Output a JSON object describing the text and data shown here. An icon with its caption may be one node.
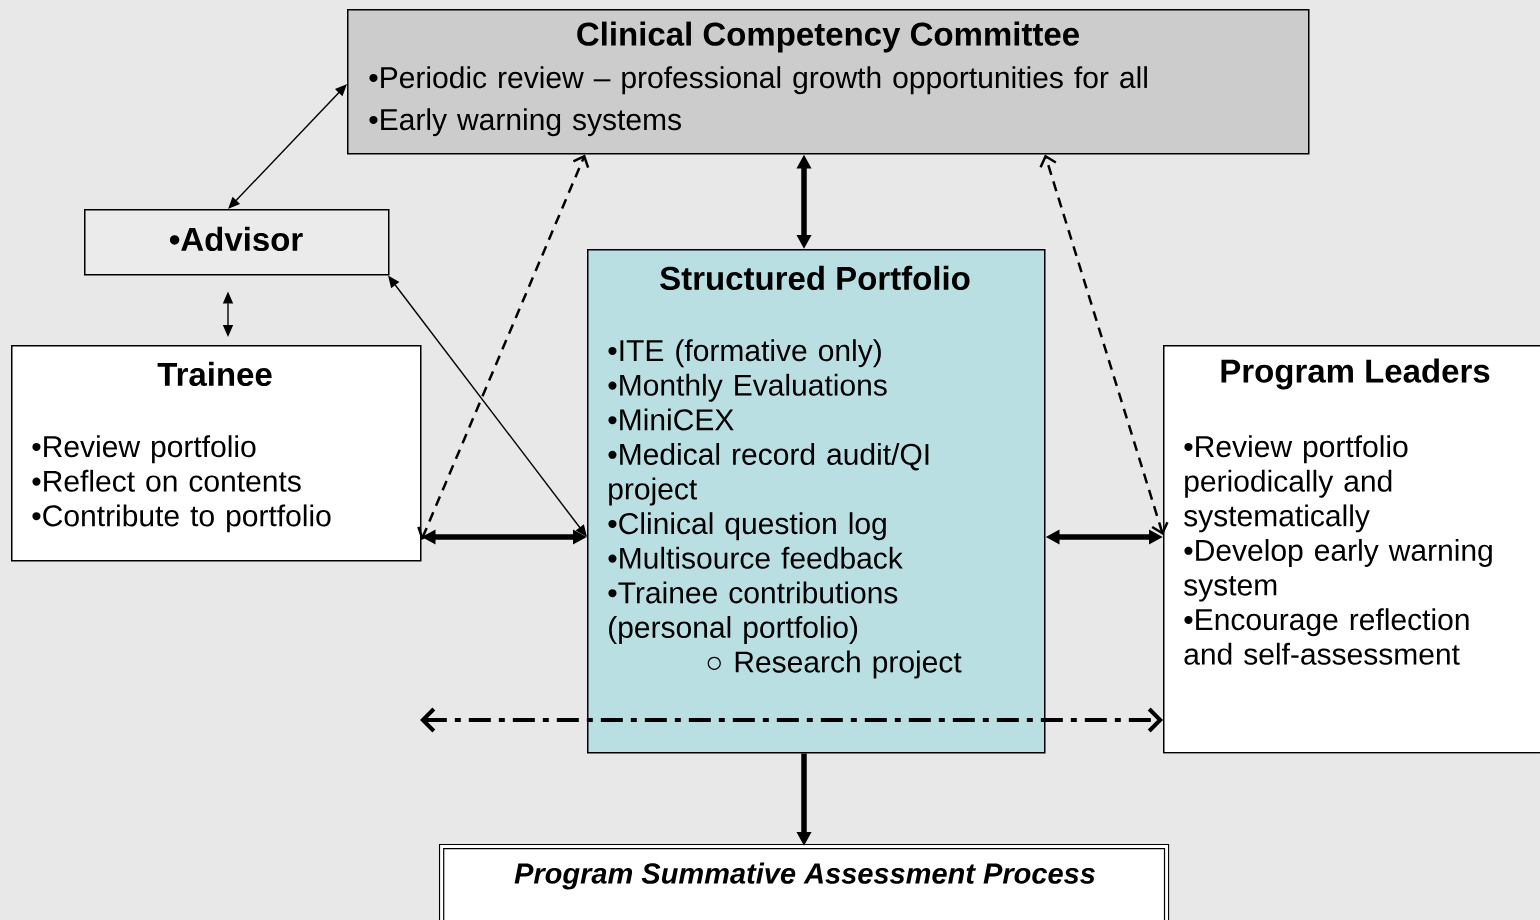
{
  "diagram": {
    "nodes": [
      {
        "text": [
          "Clinical Competency Committee",
          "•Periodic review – professional growth opportunities for all",
          "•Early warning systems"
        ]
      },
      {
        "text": [
          "•Advisor"
        ]
      },
      {
        "text": [
          "Trainee",
          "•Review portfolio",
          "•Reflect on contents",
          "•Contribute to portfolio"
        ]
      },
      {
        "text": [
          "Structured Portfolio",
          "•ITE (formative only)",
          "•Monthly Evaluations",
          "•MiniCEX",
          "•Medical record audit/QI project",
          "•Clinical question log",
          "•Multisource feedback",
          "•Trainee contributions (personal portfolio)",
          "○ Research project"
        ]
      },
      {
        "text": [
          "Program Leaders",
          "•Review portfolio periodically and systematically",
          "•Develop early warning system",
          "•Encourage reflection and self-assessment"
        ]
      },
      {
        "text": [
          "Program Summative Assessment Process"
        ]
      }
    ],
    "edges": [
      {
        "from": 1,
        "to": 0,
        "arrow": "both"
      },
      {
        "from": 1,
        "to": 2,
        "arrow": "both"
      },
      {
        "from": 3,
        "to": 1,
        "arrow": "both"
      },
      {
        "from": 2,
        "to": 0,
        "arrow": "both",
        "style": "dashed"
      },
      {
        "from": 2,
        "to": 3,
        "arrow": "both",
        "style": "thick"
      },
      {
        "from": 3,
        "to": 0,
        "arrow": "both",
        "style": "thick"
      },
      {
        "from": 3,
        "to": 4,
        "arrow": "both",
        "style": "thick"
      },
      {
        "from": 4,
        "to": 0,
        "arrow": "both",
        "style": "dashed"
      },
      {
        "from": null,
        "to": 4,
        "arrow": "both",
        "style": "dashed"
      },
      {
        "from": 3,
        "to": 5,
        "arrow": "to",
        "style": "thick"
      }
    ]
  }
}
